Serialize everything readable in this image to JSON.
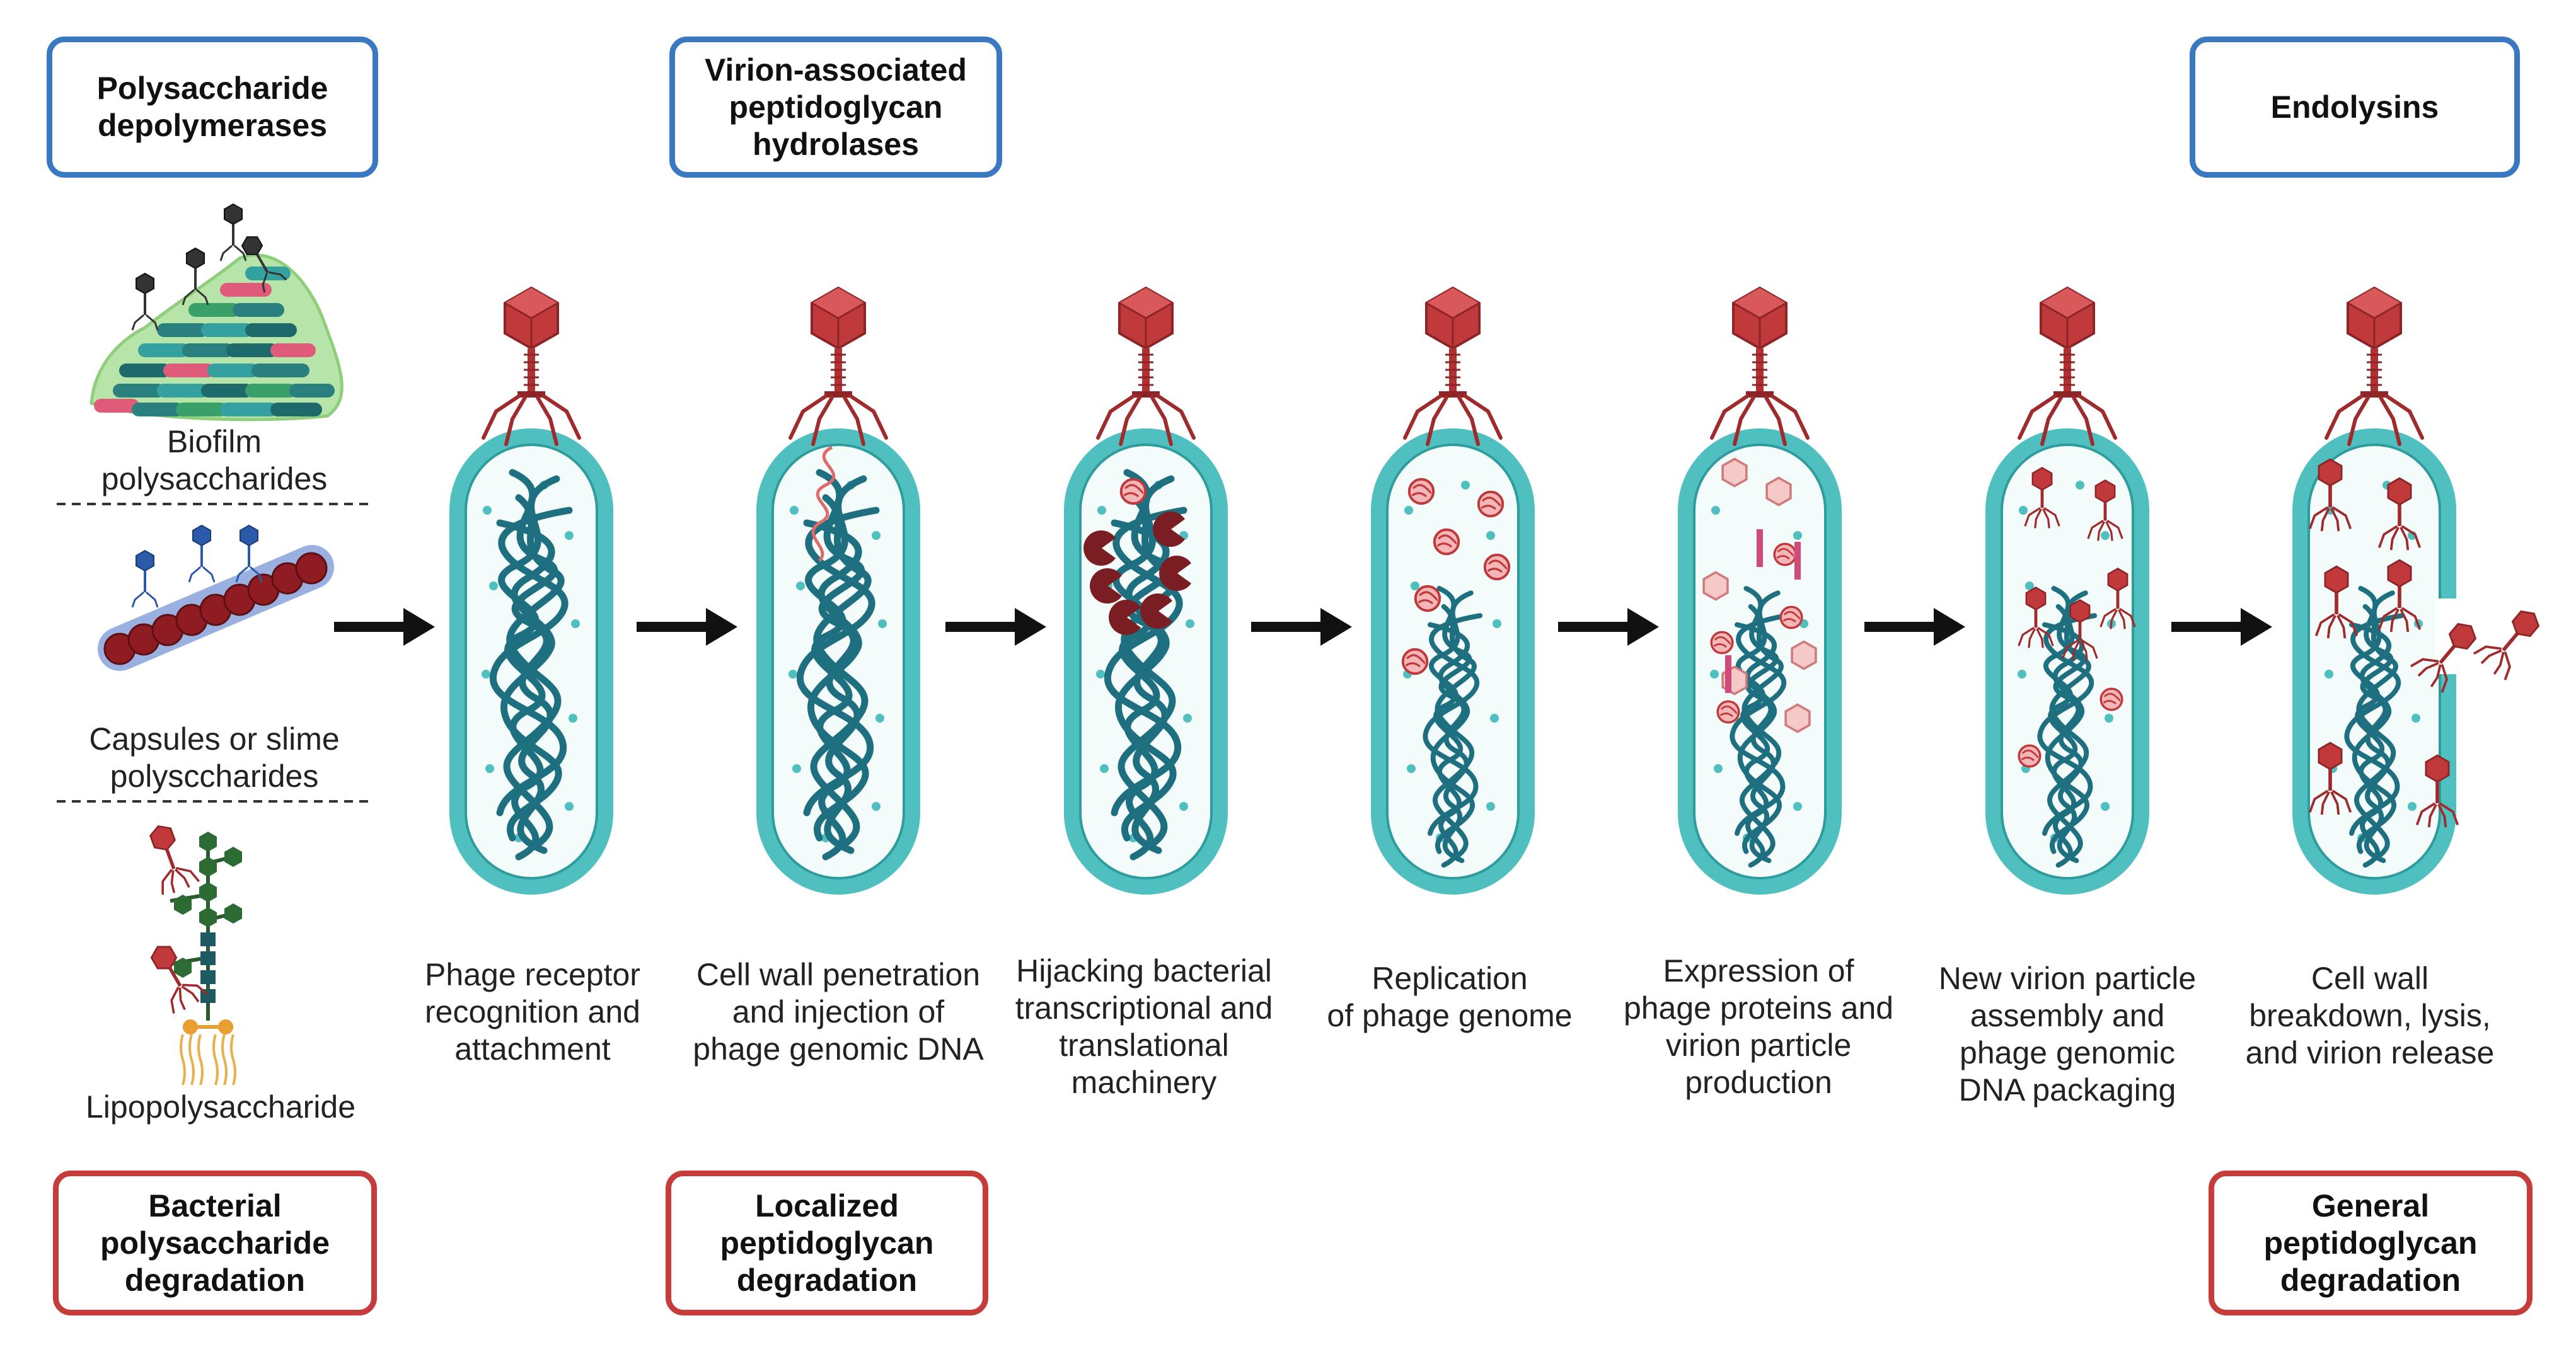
{
  "top_boxes": {
    "depolymerases": "Polysaccharide\ndepolymerases",
    "virion_hydrolases": "Virion-associated\npeptidoglycan\nhydrolases",
    "endolysins": "Endolysins"
  },
  "bottom_boxes": {
    "bacterial_degradation": "Bacterial\npolysaccharide\ndegradation",
    "localized_degradation": "Localized\npeptidoglycan\ndegradation",
    "general_degradation": "General\npeptidoglycan\ndegradation"
  },
  "left_labels": {
    "biofilm": "Biofilm\npolysaccharides",
    "capsules": "Capsules or slime\npolysccharides",
    "lps": "Lipopolysaccharide"
  },
  "steps": [
    "Phage receptor\nrecognition and\nattachment",
    "Cell wall penetration\nand injection of\nphage genomic DNA",
    "Hijacking bacterial\ntranscriptional and\ntranslational\nmachinery",
    "Replication\nof phage genome",
    "Expression of\nphage proteins and\nvirion particle\nproduction",
    "New virion particle\nassembly and\nphage genomic\nDNA packaging",
    "Cell wall\nbreakdown, lysis,\nand virion release"
  ],
  "colors": {
    "blue_box": "#3a78c2",
    "red_box": "#c63c3a",
    "cell_wall": "#4fbfbf",
    "dna": "#1e6f80",
    "phage": "#c0393b"
  }
}
